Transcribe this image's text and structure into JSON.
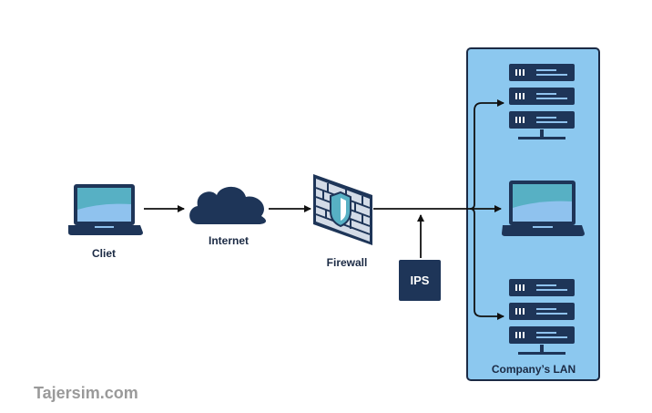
{
  "nodes": {
    "client": {
      "label": "Cliet"
    },
    "internet": {
      "label": "Internet"
    },
    "firewall": {
      "label": "Firewall"
    },
    "ips": {
      "label": "IPS"
    },
    "lan": {
      "label": "Company’s LAN"
    }
  },
  "watermark": "Tajersim.com",
  "colors": {
    "navy": "#1e3558",
    "lan_background": "#8cc8ef",
    "screen_teal": "#57b0c4",
    "screen_blue": "#8fc2ee",
    "firewall_brick": "#d3dbe7"
  }
}
